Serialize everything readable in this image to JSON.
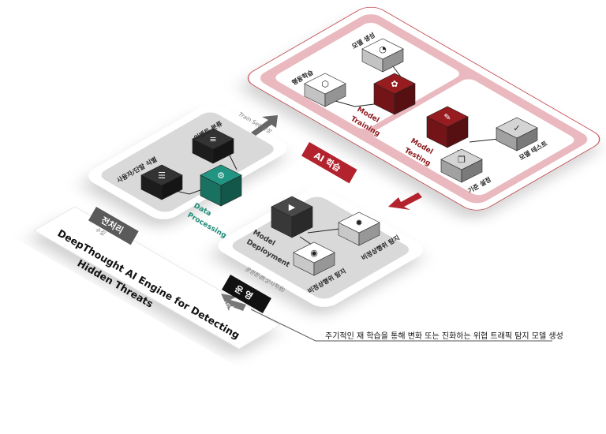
{
  "title": "DeepThought AI Engine for Detecting Hidden Threats",
  "title_line1": "DeepThought AI Engine for Detecting",
  "title_line2": "Hidden Threats",
  "caption": "주기적인 재 학습을 통해 변화 또는 진화하는 위협 트래픽 탐지 모델 생성",
  "stages": {
    "preprocess": {
      "tag": "전처리",
      "collect": "수집",
      "train_set": "Train Set 생성",
      "color": "#5a5a5a"
    },
    "ai": {
      "tag": "AI 학습",
      "color": "#b3232e"
    },
    "ops": {
      "tag": "운 영",
      "env": "운영환경(상시적용)",
      "retrain": "재학습",
      "color": "#111111"
    }
  },
  "nodes": {
    "user_id": {
      "label": "사용자/단말 식별",
      "icon": "database-icon"
    },
    "event_class": {
      "label": "이벤트 분류",
      "icon": "list-icon"
    },
    "data_processing": {
      "label1": "Data",
      "label2": "Processing",
      "icon": "gears-icon",
      "color": "#1f8a78"
    },
    "behavior": {
      "label": "행동학습",
      "icon": "polyhedron-icon"
    },
    "model_gen": {
      "label": "모델 생성",
      "icon": "pie-icon"
    },
    "model_training": {
      "label1": "Model",
      "label2": "Training",
      "icon": "network-icon",
      "color": "#8c1a1d"
    },
    "model_testing": {
      "label1": "Model",
      "label2": "Testing",
      "icon": "edit-icon",
      "color": "#8c1a1d"
    },
    "baseline": {
      "label": "기준 설정",
      "icon": "copy-icon"
    },
    "model_test": {
      "label": "모델 테스트",
      "icon": "check-icon"
    },
    "model_deploy": {
      "label1": "Model",
      "label2": "Deployment",
      "icon": "play-icon"
    },
    "detect_eye": {
      "label": "비정상행위 탐지",
      "icon": "eye-icon"
    },
    "detect_gear": {
      "label": "비정상행위 탐지",
      "icon": "gear-icon"
    }
  }
}
